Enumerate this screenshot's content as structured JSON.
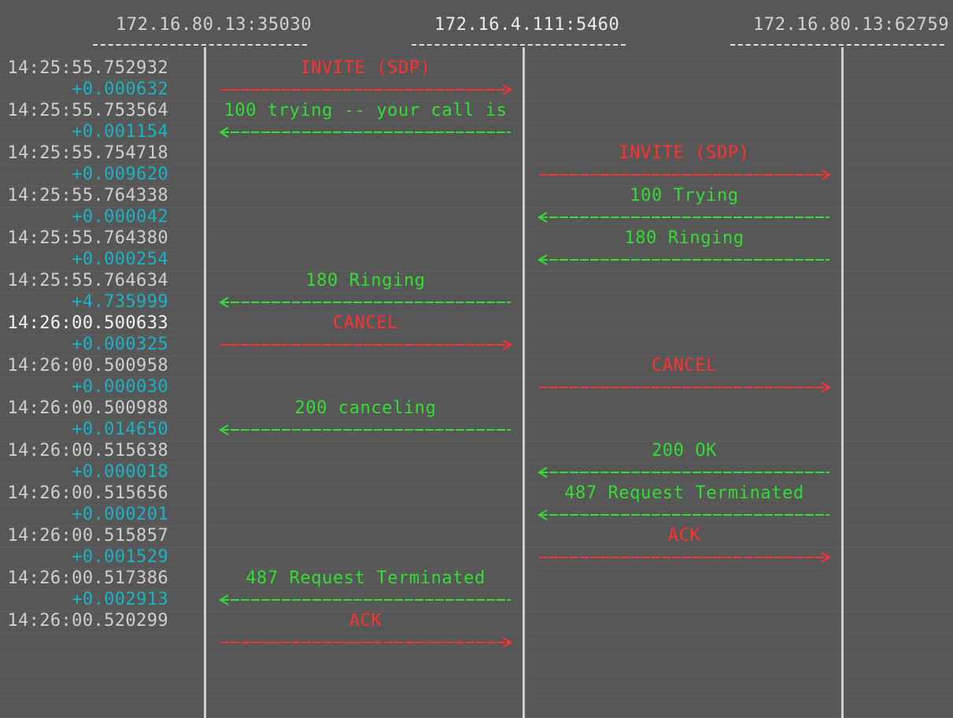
{
  "hosts": [
    {
      "label": "172.16.80.13:35030"
    },
    {
      "label": "172.16.4.111:5460"
    },
    {
      "label": "172.16.80.13:62759"
    }
  ],
  "colors": {
    "background": "#575757",
    "request": "#ff3030",
    "response": "#33dd33",
    "delta": "#1ab3c4",
    "timestamp": "#cfcfcf"
  },
  "rows": [
    {
      "time": "14:25:55.752932",
      "delta": "+0.000632",
      "label": "INVITE (SDP)",
      "kind": "request",
      "from": 0,
      "to": 1
    },
    {
      "time": "14:25:55.753564",
      "delta": "+0.001154",
      "label": "100 trying -- your call is",
      "kind": "response",
      "from": 1,
      "to": 0
    },
    {
      "time": "14:25:55.754718",
      "delta": "+0.009620",
      "label": "INVITE (SDP)",
      "kind": "request",
      "from": 1,
      "to": 2
    },
    {
      "time": "14:25:55.764338",
      "delta": "+0.000042",
      "label": "100 Trying",
      "kind": "response",
      "from": 2,
      "to": 1
    },
    {
      "time": "14:25:55.764380",
      "delta": "+0.000254",
      "label": "180 Ringing",
      "kind": "response",
      "from": 2,
      "to": 1
    },
    {
      "time": "14:25:55.764634",
      "delta": "+4.735999",
      "label": "180 Ringing",
      "kind": "response",
      "from": 1,
      "to": 0
    },
    {
      "time": "14:26:00.500633",
      "delta": "+0.000325",
      "label": "CANCEL",
      "kind": "request",
      "from": 0,
      "to": 1
    },
    {
      "time": "14:26:00.500958",
      "delta": "+0.000030",
      "label": "CANCEL",
      "kind": "request",
      "from": 1,
      "to": 2
    },
    {
      "time": "14:26:00.500988",
      "delta": "+0.014650",
      "label": "200 canceling",
      "kind": "response",
      "from": 1,
      "to": 0
    },
    {
      "time": "14:26:00.515638",
      "delta": "+0.000018",
      "label": "200 OK",
      "kind": "response",
      "from": 2,
      "to": 1
    },
    {
      "time": "14:26:00.515656",
      "delta": "+0.000201",
      "label": "487 Request Terminated",
      "kind": "response",
      "from": 2,
      "to": 1
    },
    {
      "time": "14:26:00.515857",
      "delta": "+0.001529",
      "label": "ACK",
      "kind": "request",
      "from": 1,
      "to": 2
    },
    {
      "time": "14:26:00.517386",
      "delta": "+0.002913",
      "label": "487 Request Terminated",
      "kind": "response",
      "from": 1,
      "to": 0
    },
    {
      "time": "14:26:00.520299",
      "delta": "",
      "label": "ACK",
      "kind": "request",
      "from": 0,
      "to": 1
    }
  ]
}
